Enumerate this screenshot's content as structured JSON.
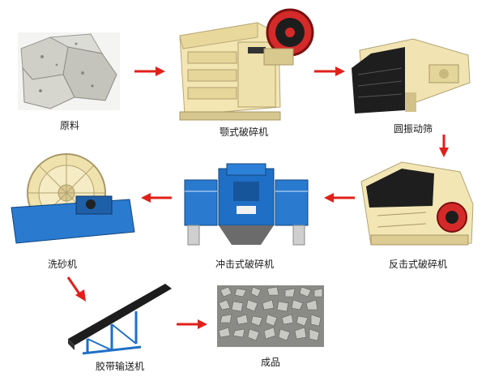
{
  "diagram": {
    "steps": [
      {
        "id": "raw",
        "label": "原料",
        "icon": "raw-stone-image"
      },
      {
        "id": "jaw",
        "label": "颚式破碎机",
        "icon": "jaw-crusher-image"
      },
      {
        "id": "screen",
        "label": "圆振动筛",
        "icon": "vibrating-screen-image"
      },
      {
        "id": "impact",
        "label": "反击式破碎机",
        "icon": "impact-crusher-image"
      },
      {
        "id": "vsi",
        "label": "冲击式破碎机",
        "icon": "vertical-shaft-impact-crusher-image"
      },
      {
        "id": "washer",
        "label": "洗砂机",
        "icon": "sand-washer-image"
      },
      {
        "id": "conveyor",
        "label": "胶带输送机",
        "icon": "belt-conveyor-image"
      },
      {
        "id": "product",
        "label": "成品",
        "icon": "finished-gravel-image"
      }
    ],
    "colors": {
      "arrow": "#e0201b",
      "machine_yellow": "#f1e2a8",
      "machine_blue": "#1f6fc6",
      "flywheel_red": "#c8202a"
    }
  }
}
